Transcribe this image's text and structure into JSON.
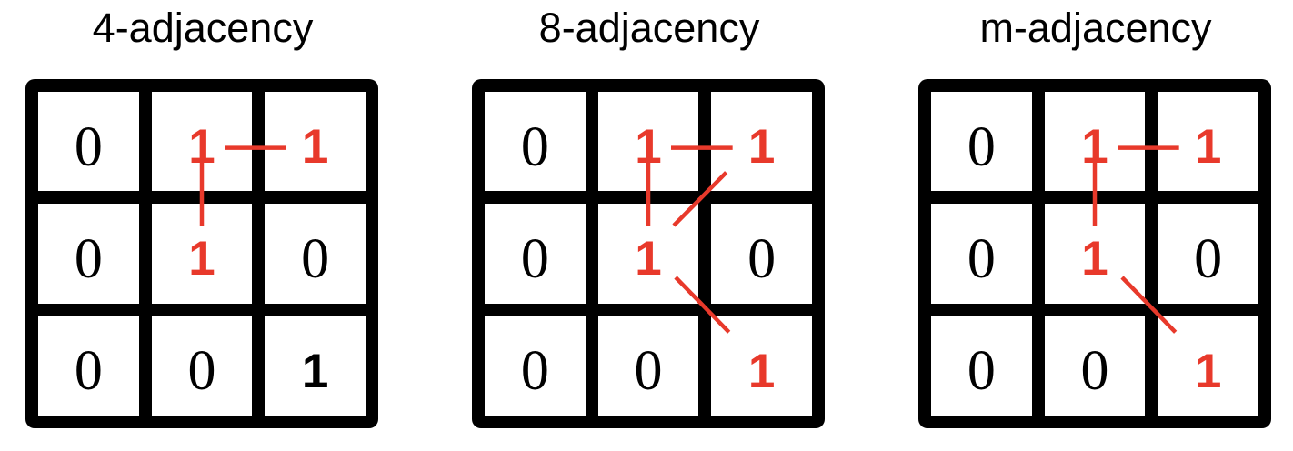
{
  "figure": {
    "description": "pixel adjacency diagrams"
  },
  "colors": {
    "accent_red": "#e8392b",
    "grid_black": "#000000",
    "cell_white": "#ffffff",
    "text_black": "#000000",
    "background": "#ffffff"
  },
  "panels": [
    {
      "title": "4-adjacency",
      "cells": [
        [
          {
            "v": "0",
            "red": false
          },
          {
            "v": "1",
            "red": true
          },
          {
            "v": "1",
            "red": true
          }
        ],
        [
          {
            "v": "0",
            "red": false
          },
          {
            "v": "1",
            "red": true
          },
          {
            "v": "0",
            "red": false
          }
        ],
        [
          {
            "v": "0",
            "red": false
          },
          {
            "v": "0",
            "red": false
          },
          {
            "v": "1",
            "red": false
          }
        ]
      ],
      "edges": [
        {
          "from": [
            0,
            1
          ],
          "to": [
            0,
            2
          ]
        },
        {
          "from": [
            0,
            1
          ],
          "to": [
            1,
            1
          ]
        }
      ]
    },
    {
      "title": "8-adjacency",
      "cells": [
        [
          {
            "v": "0",
            "red": false
          },
          {
            "v": "1",
            "red": true
          },
          {
            "v": "1",
            "red": true
          }
        ],
        [
          {
            "v": "0",
            "red": false
          },
          {
            "v": "1",
            "red": true
          },
          {
            "v": "0",
            "red": false
          }
        ],
        [
          {
            "v": "0",
            "red": false
          },
          {
            "v": "0",
            "red": false
          },
          {
            "v": "1",
            "red": true
          }
        ]
      ],
      "edges": [
        {
          "from": [
            0,
            1
          ],
          "to": [
            0,
            2
          ]
        },
        {
          "from": [
            0,
            1
          ],
          "to": [
            1,
            1
          ]
        },
        {
          "from": [
            1,
            1
          ],
          "to": [
            0,
            2
          ]
        },
        {
          "from": [
            1,
            1
          ],
          "to": [
            2,
            2
          ]
        }
      ]
    },
    {
      "title": "m-adjacency",
      "cells": [
        [
          {
            "v": "0",
            "red": false
          },
          {
            "v": "1",
            "red": true
          },
          {
            "v": "1",
            "red": true
          }
        ],
        [
          {
            "v": "0",
            "red": false
          },
          {
            "v": "1",
            "red": true
          },
          {
            "v": "0",
            "red": false
          }
        ],
        [
          {
            "v": "0",
            "red": false
          },
          {
            "v": "0",
            "red": false
          },
          {
            "v": "1",
            "red": true
          }
        ]
      ],
      "edges": [
        {
          "from": [
            0,
            1
          ],
          "to": [
            0,
            2
          ]
        },
        {
          "from": [
            0,
            1
          ],
          "to": [
            1,
            1
          ]
        },
        {
          "from": [
            1,
            1
          ],
          "to": [
            2,
            2
          ]
        }
      ]
    }
  ]
}
